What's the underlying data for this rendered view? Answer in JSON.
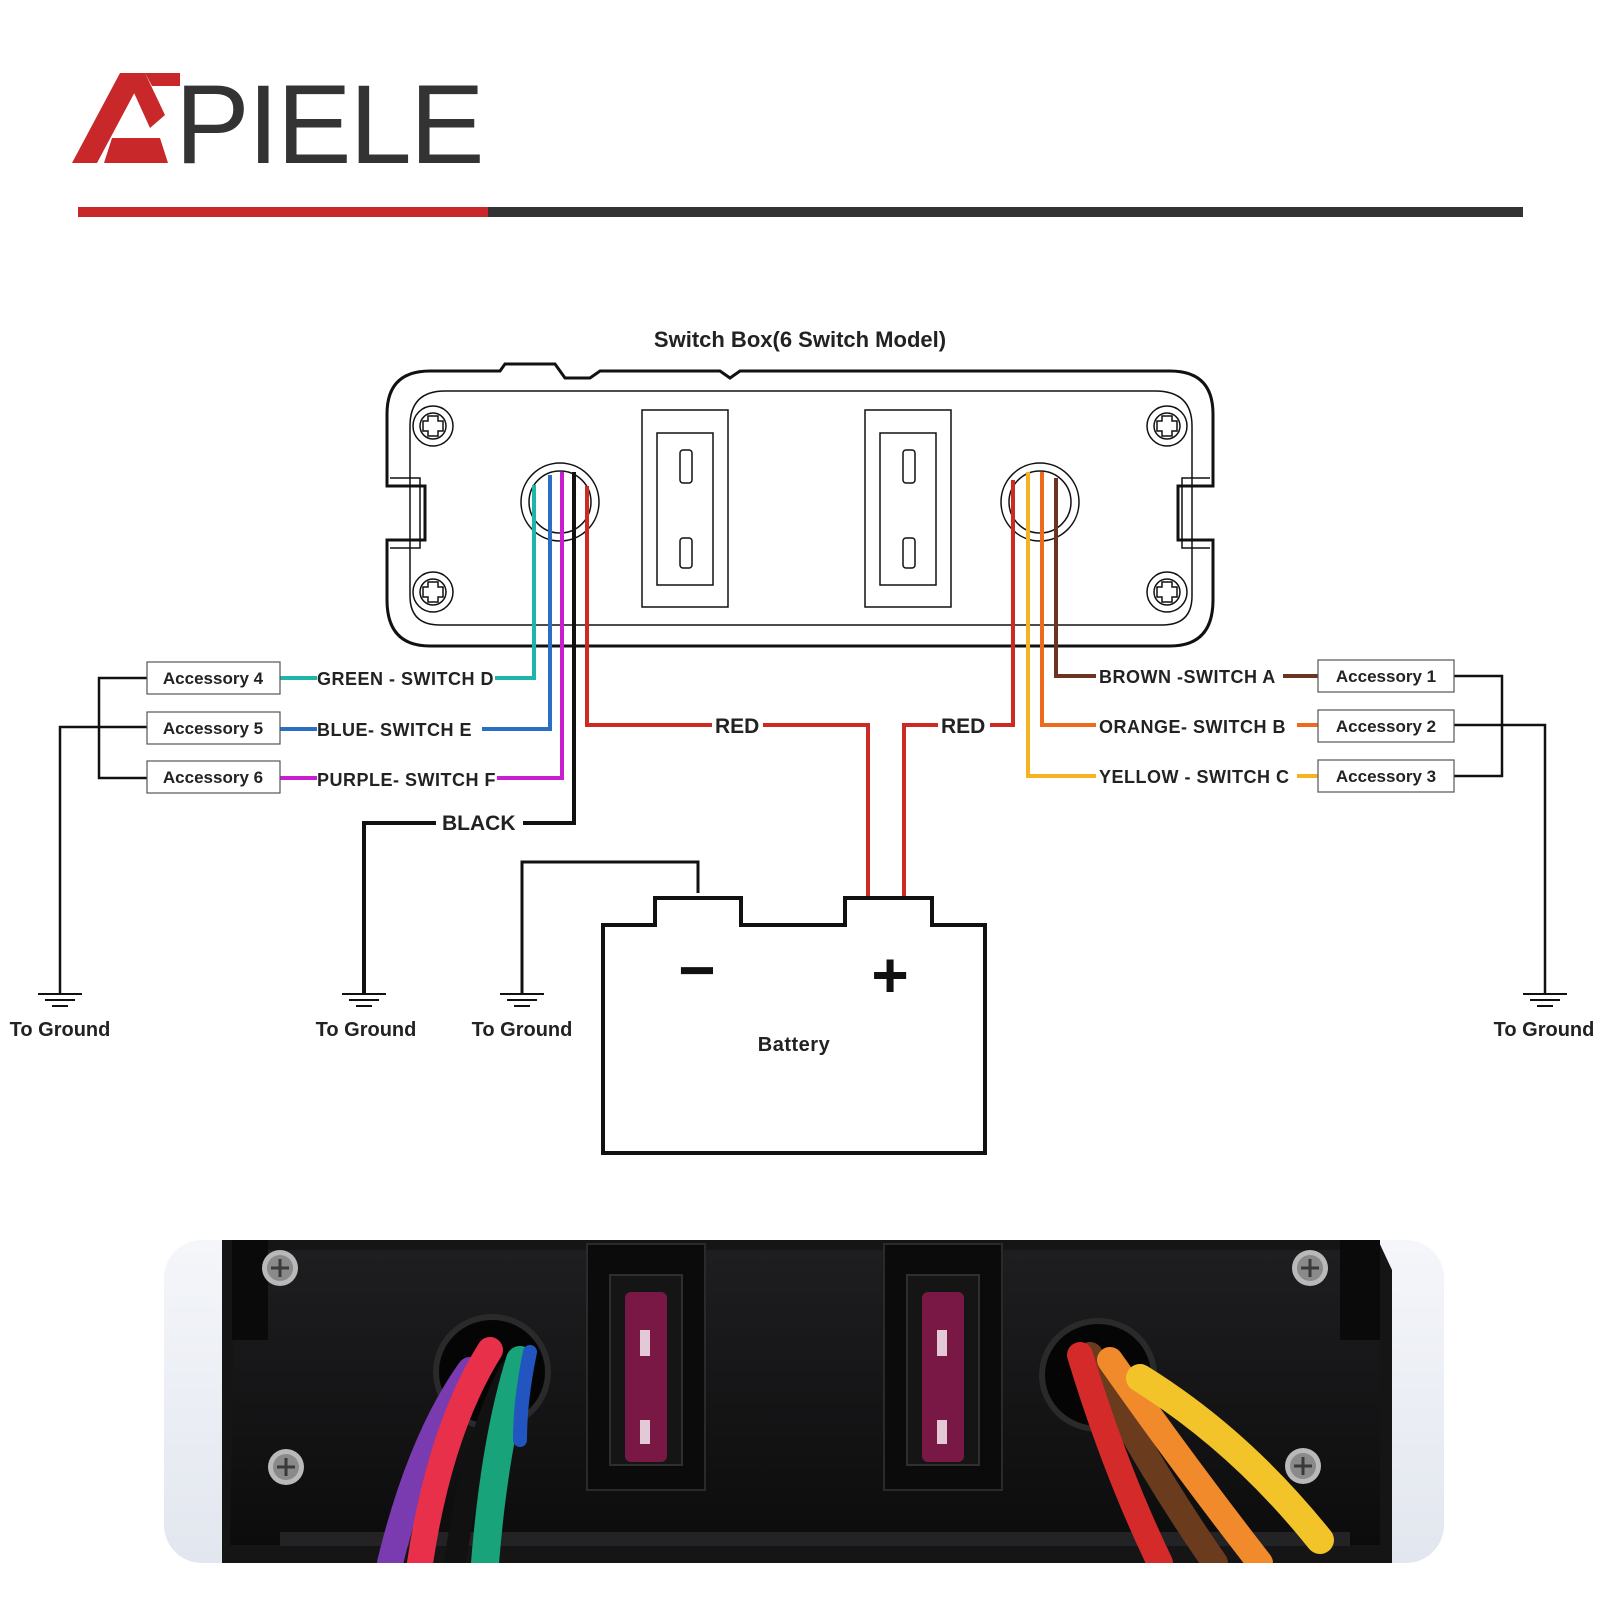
{
  "brand": {
    "name": "PIELE",
    "accent": "#c8282a",
    "dark": "#333333"
  },
  "title": "Switch Box(6 Switch Model)",
  "left_wires": [
    {
      "accessory": "Accessory 4",
      "label": "GREEN - SWITCH D",
      "color": "#1fb5a8"
    },
    {
      "accessory": "Accessory 5",
      "label": "BLUE- SWITCH E",
      "color": "#2a6fc4"
    },
    {
      "accessory": "Accessory 6",
      "label": "PURPLE- SWITCH F",
      "color": "#c81ed0"
    }
  ],
  "right_wires": [
    {
      "accessory": "Accessory 1",
      "label": "BROWN -SWITCH A",
      "color": "#6a3420"
    },
    {
      "accessory": "Accessory 2",
      "label": "ORANGE- SWITCH B",
      "color": "#ee6b1e"
    },
    {
      "accessory": "Accessory 3",
      "label": "YELLOW - SWITCH C",
      "color": "#f5b321"
    }
  ],
  "red_label_left": "RED",
  "red_label_right": "RED",
  "red_color": "#cc2a25",
  "black_label": "BLACK",
  "battery": {
    "label": "Battery",
    "neg": "−",
    "pos": "+"
  },
  "grounds": [
    "To Ground",
    "To Ground",
    "To Ground",
    "To Ground"
  ],
  "photo": {
    "icons": [
      "screw-icon",
      "fuse-icon",
      "wire-grommet-icon"
    ],
    "wire_colors_left": [
      "#7a3bb0",
      "#e8304a",
      "#111111",
      "#19a37a",
      "#2255c0"
    ],
    "wire_colors_right": [
      "#d42a2a",
      "#f08a2a",
      "#f2c42a",
      "#6b3b1e"
    ]
  }
}
